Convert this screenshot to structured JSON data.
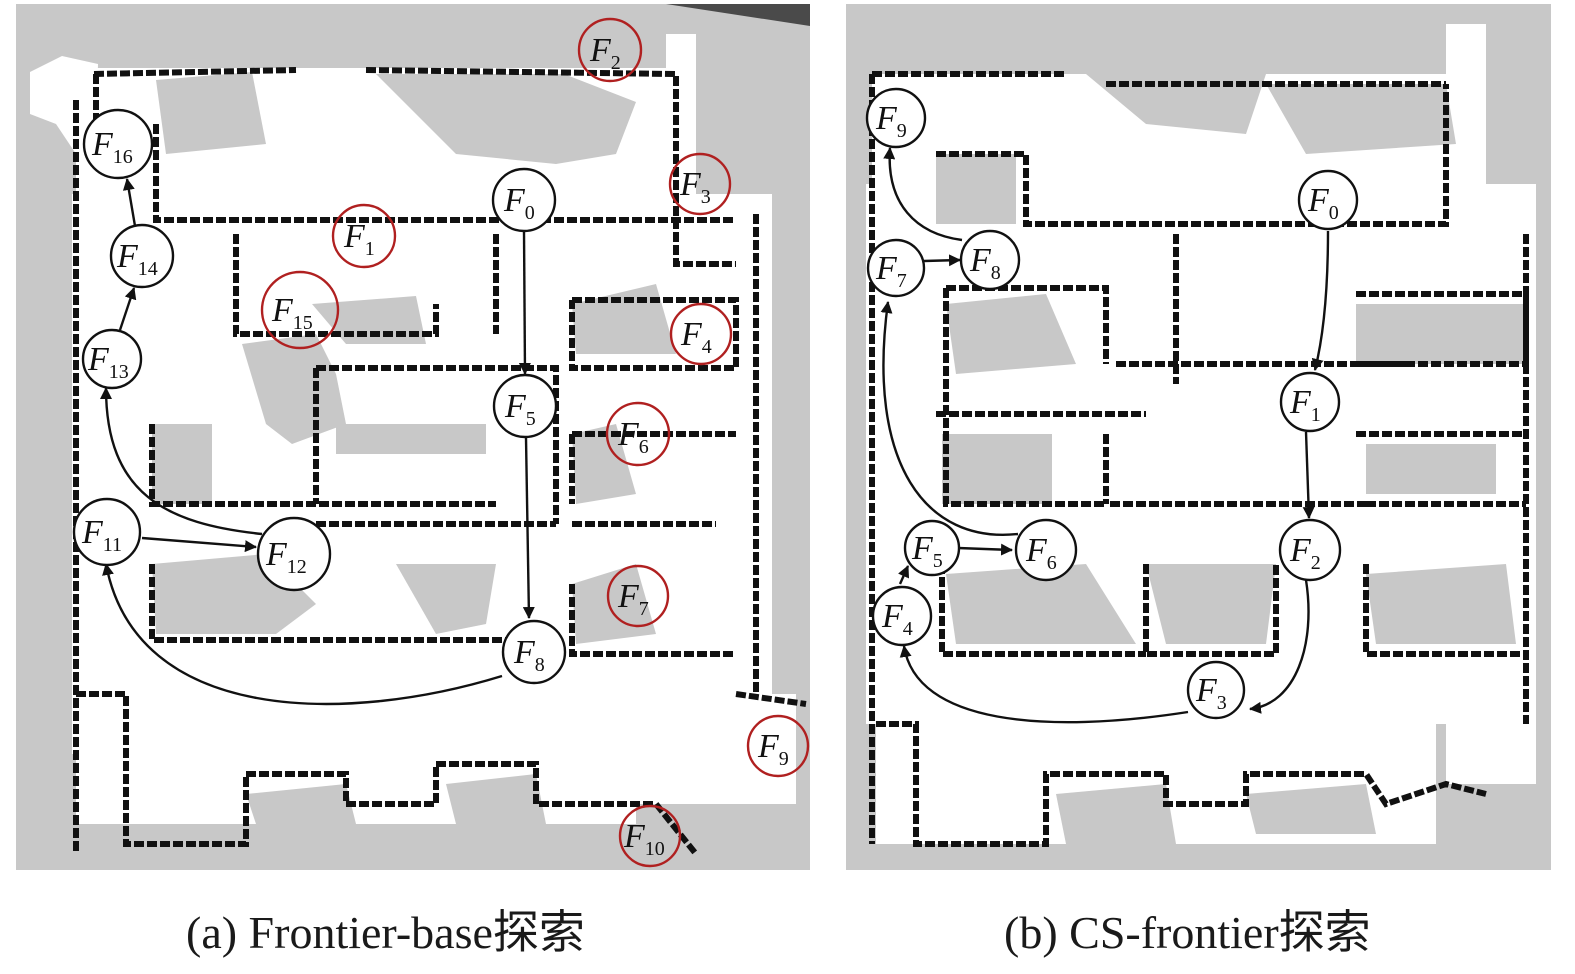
{
  "panel_a": {
    "caption": "(a) Frontier-base探索",
    "nodes": {
      "F0": {
        "base": "F",
        "sub": "0"
      },
      "F1": {
        "base": "F",
        "sub": "1"
      },
      "F2": {
        "base": "F",
        "sub": "2"
      },
      "F3": {
        "base": "F",
        "sub": "3"
      },
      "F4": {
        "base": "F",
        "sub": "4"
      },
      "F5": {
        "base": "F",
        "sub": "5"
      },
      "F6": {
        "base": "F",
        "sub": "6"
      },
      "F7": {
        "base": "F",
        "sub": "7"
      },
      "F8": {
        "base": "F",
        "sub": "8"
      },
      "F9": {
        "base": "F",
        "sub": "9"
      },
      "F10": {
        "base": "F",
        "sub": "10"
      },
      "F11": {
        "base": "F",
        "sub": "11"
      },
      "F12": {
        "base": "F",
        "sub": "12"
      },
      "F13": {
        "base": "F",
        "sub": "13"
      },
      "F14": {
        "base": "F",
        "sub": "14"
      },
      "F15": {
        "base": "F",
        "sub": "15"
      },
      "F16": {
        "base": "F",
        "sub": "16"
      }
    },
    "visited_order": [
      "F0",
      "F5",
      "F8",
      "F11",
      "F12",
      "F13",
      "F14",
      "F16"
    ],
    "unvisited": [
      "F1",
      "F2",
      "F3",
      "F4",
      "F6",
      "F7",
      "F9",
      "F10",
      "F15"
    ]
  },
  "panel_b": {
    "caption": "(b) CS-frontier探索",
    "nodes": {
      "F0": {
        "base": "F",
        "sub": "0"
      },
      "F1": {
        "base": "F",
        "sub": "1"
      },
      "F2": {
        "base": "F",
        "sub": "2"
      },
      "F3": {
        "base": "F",
        "sub": "3"
      },
      "F4": {
        "base": "F",
        "sub": "4"
      },
      "F5": {
        "base": "F",
        "sub": "5"
      },
      "F6": {
        "base": "F",
        "sub": "6"
      },
      "F7": {
        "base": "F",
        "sub": "7"
      },
      "F8": {
        "base": "F",
        "sub": "8"
      },
      "F9": {
        "base": "F",
        "sub": "9"
      }
    },
    "visited_order": [
      "F0",
      "F1",
      "F2",
      "F3",
      "F4",
      "F5",
      "F6",
      "F7",
      "F8",
      "F9"
    ],
    "unvisited": []
  },
  "colors": {
    "unknown": "#c8c8c8",
    "free": "#ffffff",
    "wall": "#111111",
    "visited_outline": "#111111",
    "unvisited_outline": "#b02020",
    "edge": "#111111"
  }
}
